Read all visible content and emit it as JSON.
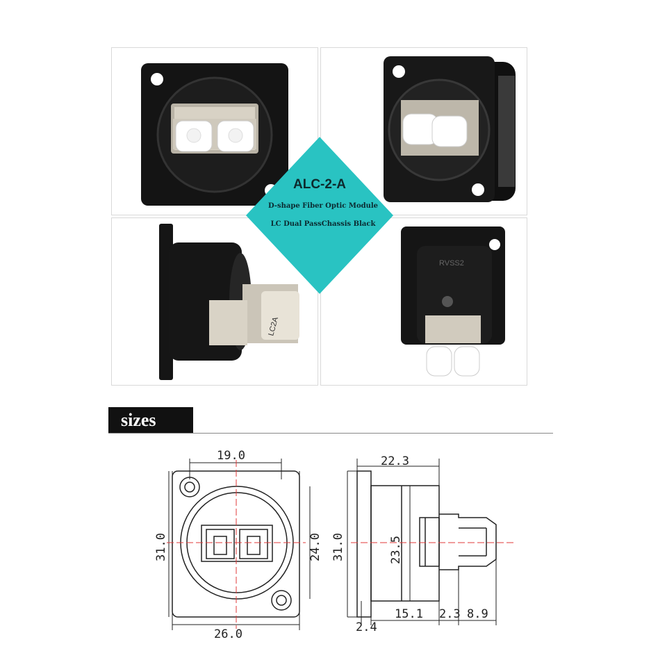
{
  "product": {
    "model": "ALC-2-A",
    "line1": "D-shape Fiber Optic Module",
    "line2": "LC Dual PassChassis Black"
  },
  "photos": {
    "side_marking": "LC2A",
    "watermark": "RVSS2"
  },
  "sizes_label": "sizes",
  "dimensions_front": {
    "inner_width": "19.0",
    "outer_height": "31.0",
    "inner_height": "24.0",
    "outer_width": "26.0"
  },
  "dimensions_side": {
    "length": "22.3",
    "height": "31.0",
    "body_height": "23.5",
    "body_length": "15.1",
    "step": "2.3",
    "tail": "8.9",
    "flange": "2.4"
  },
  "colors": {
    "accent_teal": "#29c3c2",
    "body_black": "#151515",
    "dim_line_red": "#e03a3a"
  }
}
